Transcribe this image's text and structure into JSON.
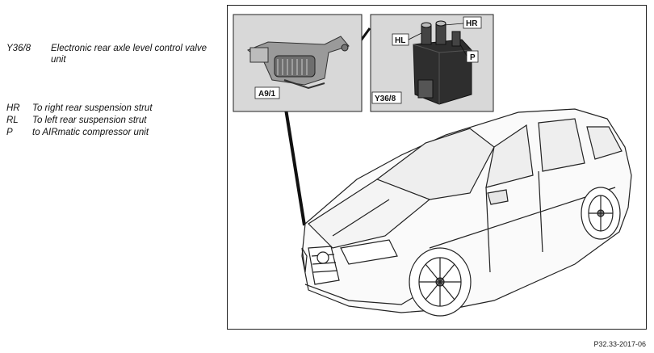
{
  "legend": {
    "y368": {
      "code": "Y36/8",
      "desc": "Electronic rear axle level control valve unit"
    },
    "hr": {
      "code": "HR",
      "desc": "To right rear suspension strut"
    },
    "rl": {
      "code": "RL",
      "desc": "To left rear suspension strut"
    },
    "p": {
      "code": "P",
      "desc": "to AIRmatic compressor unit"
    }
  },
  "figure": {
    "callouts": {
      "a91": "A9/1",
      "y368": "Y36/8",
      "hl": "HL",
      "hr": "HR",
      "p": "P"
    },
    "figure_id": "P32.33-2017-06"
  }
}
